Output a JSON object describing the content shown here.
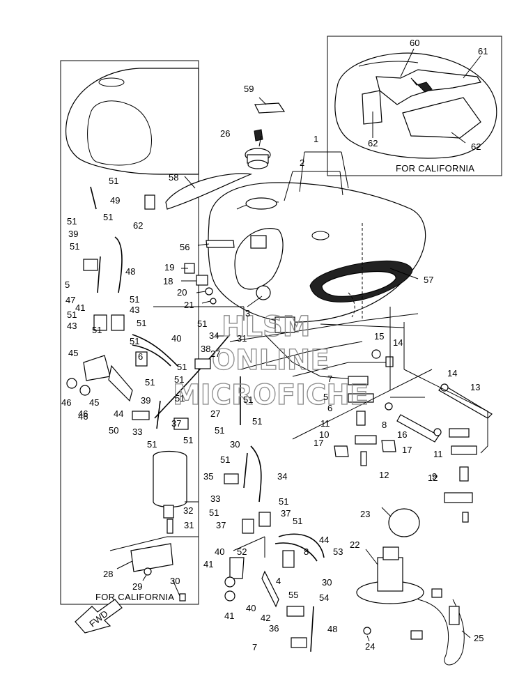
{
  "box_labels": {
    "california_main": "FOR CALIFORNIA",
    "california_inset": "FOR CALIFORNIA"
  },
  "arrow_label": "FWD",
  "watermark": [
    "HLSM",
    "ONLINE",
    "MICROFICHE"
  ],
  "callouts": [
    {
      "n": "1"
    },
    {
      "n": "2"
    },
    {
      "n": "3"
    },
    {
      "n": "5"
    },
    {
      "n": "6"
    },
    {
      "n": "7"
    },
    {
      "n": "8"
    },
    {
      "n": "10"
    },
    {
      "n": "11"
    },
    {
      "n": "12"
    },
    {
      "n": "13"
    },
    {
      "n": "14"
    },
    {
      "n": "14"
    },
    {
      "n": "15"
    },
    {
      "n": "16"
    },
    {
      "n": "17"
    },
    {
      "n": "17"
    },
    {
      "n": "18"
    },
    {
      "n": "19"
    },
    {
      "n": "20"
    },
    {
      "n": "21"
    },
    {
      "n": "22"
    },
    {
      "n": "23"
    },
    {
      "n": "24"
    },
    {
      "n": "25"
    },
    {
      "n": "26"
    },
    {
      "n": "27"
    },
    {
      "n": "27"
    },
    {
      "n": "28"
    },
    {
      "n": "29"
    },
    {
      "n": "30"
    },
    {
      "n": "30"
    },
    {
      "n": "30"
    },
    {
      "n": "31"
    },
    {
      "n": "31"
    },
    {
      "n": "32"
    },
    {
      "n": "33"
    },
    {
      "n": "33"
    },
    {
      "n": "34"
    },
    {
      "n": "34"
    },
    {
      "n": "35"
    },
    {
      "n": "36"
    },
    {
      "n": "37"
    },
    {
      "n": "37"
    },
    {
      "n": "37"
    },
    {
      "n": "38"
    },
    {
      "n": "39"
    },
    {
      "n": "39"
    },
    {
      "n": "40"
    },
    {
      "n": "40"
    },
    {
      "n": "40"
    },
    {
      "n": "41"
    },
    {
      "n": "41"
    },
    {
      "n": "41"
    },
    {
      "n": "42"
    },
    {
      "n": "43"
    },
    {
      "n": "43"
    },
    {
      "n": "44"
    },
    {
      "n": "44"
    },
    {
      "n": "45"
    },
    {
      "n": "45"
    },
    {
      "n": "46"
    },
    {
      "n": "46"
    },
    {
      "n": "46"
    },
    {
      "n": "47"
    },
    {
      "n": "48"
    },
    {
      "n": "48"
    },
    {
      "n": "49"
    },
    {
      "n": "50"
    },
    {
      "n": "51"
    },
    {
      "n": "51"
    },
    {
      "n": "51"
    },
    {
      "n": "51"
    },
    {
      "n": "51"
    },
    {
      "n": "51"
    },
    {
      "n": "51"
    },
    {
      "n": "51"
    },
    {
      "n": "51"
    },
    {
      "n": "51"
    },
    {
      "n": "51"
    },
    {
      "n": "51"
    },
    {
      "n": "51"
    },
    {
      "n": "51"
    },
    {
      "n": "51"
    },
    {
      "n": "51"
    },
    {
      "n": "51"
    },
    {
      "n": "51"
    },
    {
      "n": "51"
    },
    {
      "n": "51"
    },
    {
      "n": "51"
    },
    {
      "n": "51"
    },
    {
      "n": "51"
    },
    {
      "n": "52"
    },
    {
      "n": "53"
    },
    {
      "n": "54"
    },
    {
      "n": "55"
    },
    {
      "n": "56"
    },
    {
      "n": "57"
    },
    {
      "n": "58"
    },
    {
      "n": "59"
    },
    {
      "n": "60"
    },
    {
      "n": "61"
    },
    {
      "n": "62"
    },
    {
      "n": "62"
    },
    {
      "n": "62"
    },
    {
      "n": "4"
    },
    {
      "n": "5"
    },
    {
      "n": "6"
    },
    {
      "n": "7"
    },
    {
      "n": "8"
    },
    {
      "n": "9"
    },
    {
      "n": "11"
    },
    {
      "n": "12"
    }
  ]
}
